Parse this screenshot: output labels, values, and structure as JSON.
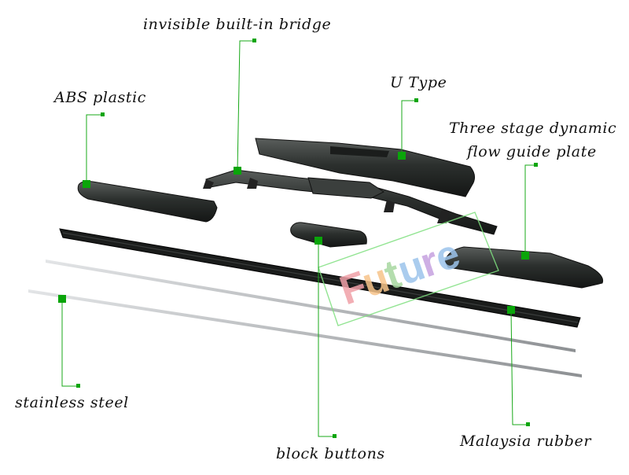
{
  "labels": {
    "bridge": "invisible built-in bridge",
    "u_type": "U Type",
    "abs": "ABS plastic",
    "flow_1": "Three stage dynamic",
    "flow_2": "flow guide plate",
    "steel": "stainless steel",
    "buttons": "block buttons",
    "rubber": "Malaysia rubber"
  },
  "watermark": {
    "text": "Future",
    "colors": [
      "#f0a0a8",
      "#f7c48a",
      "#a8d8a0",
      "#9cc4ec",
      "#c6a2e0"
    ]
  },
  "colors": {
    "leader": "#18a818",
    "marker": "#0aa50a",
    "plastic": "#2e3230",
    "steel": "#b4b6b8"
  }
}
